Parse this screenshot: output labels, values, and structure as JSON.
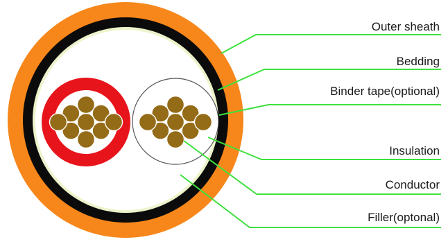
{
  "colors": {
    "outer_sheath": "#f7871b",
    "bedding": "#0b0b0b",
    "binder_tape": "#eef3cc",
    "filler": "#ffffff",
    "insulation_red": "#e8141b",
    "conductor": "#946b16",
    "leader_line": "#3ee13e"
  },
  "labels": {
    "outer_sheath": "Outer sheath",
    "bedding": "Bedding",
    "binder_tape": "Binder tape(optional)",
    "insulation": "Insulation",
    "conductor": "Conductor",
    "filler": "Filler(optonal)"
  }
}
